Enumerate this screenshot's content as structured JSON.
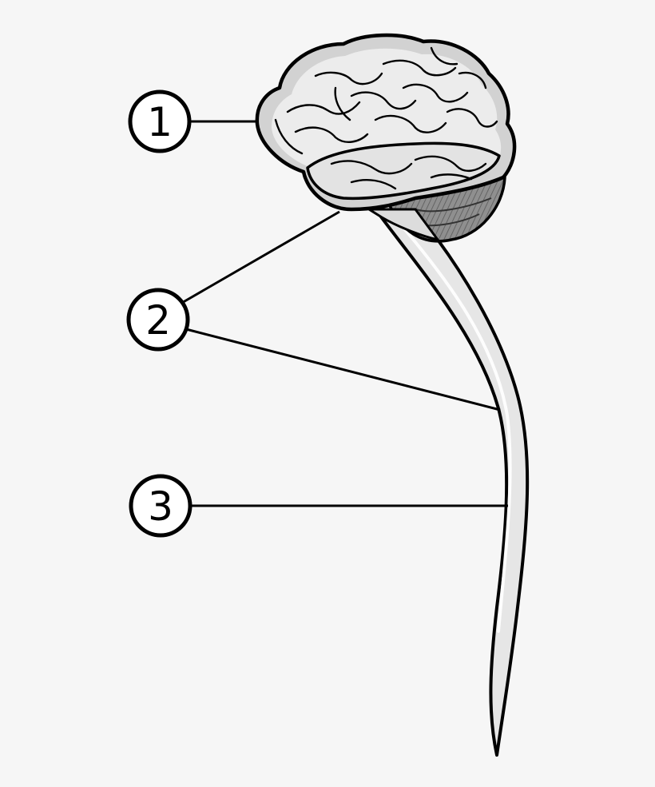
{
  "callouts": [
    {
      "label": "1"
    },
    {
      "label": "2"
    },
    {
      "label": "3"
    }
  ],
  "colors": {
    "background": "#f6f6f6",
    "stroke": "#000000",
    "tissue_light": "#e9e9e9",
    "tissue_mid": "#c8c8c8",
    "cerebellum": "#8a8a8a",
    "callout_fill": "#ffffff"
  }
}
